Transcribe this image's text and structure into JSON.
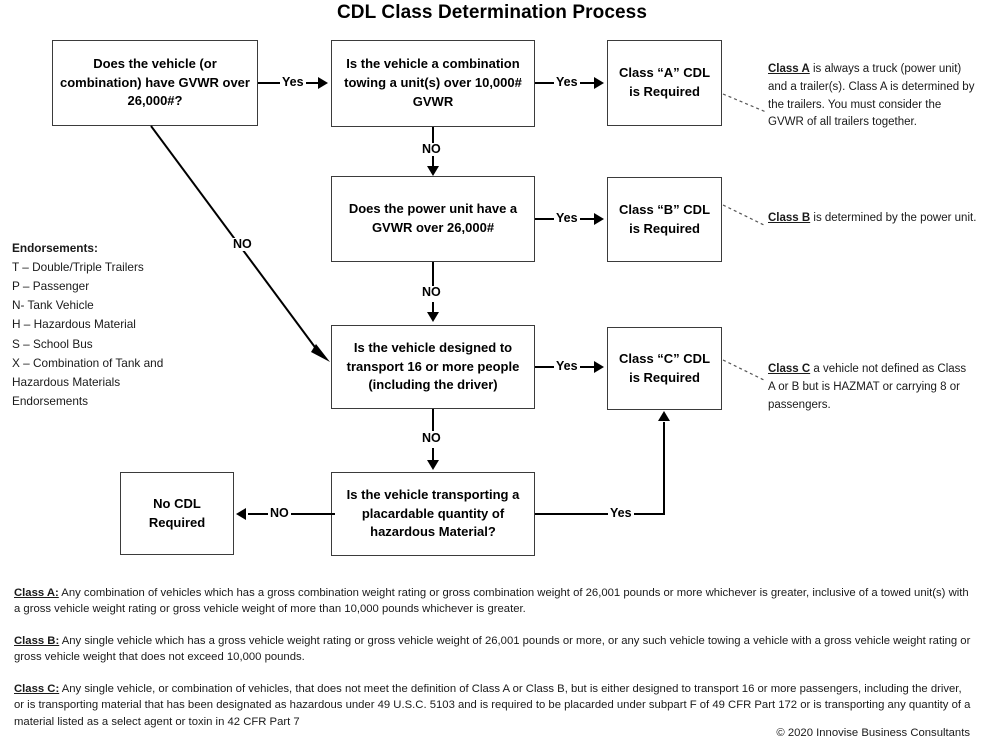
{
  "title": "CDL Class Determination Process",
  "boxes": {
    "gvwr_26000": "Does the vehicle (or combination) have  GVWR over 26,000#?",
    "combination": "Is the vehicle a combination towing a unit(s)  over 10,000# GVWR",
    "class_a": "Class “A” CDL is Required",
    "power_unit": "Does the power unit have a GVWR over 26,000#",
    "class_b": "Class “B” CDL is Required",
    "sixteen_people": "Is the vehicle designed to transport 16 or more people (including the driver)",
    "class_c": "Class “C” CDL is Required",
    "hazmat": "Is the vehicle transporting a placardable quantity of hazardous Material?",
    "no_cdl": "No CDL Required"
  },
  "edge_labels": {
    "yes1": "Yes",
    "yes2": "Yes",
    "yes3": "Yes",
    "yes4": "Yes",
    "yes5": "Yes",
    "no1": "NO",
    "no2": "NO",
    "no3": "NO",
    "no4": "NO",
    "no5": "NO"
  },
  "notes": {
    "class_a": {
      "lead": "Class A",
      "text": " is always a truck (power unit) and a trailer(s).  Class A is determined by  the trailers.  You must consider the  GVWR of all trailers together."
    },
    "class_b": {
      "lead": "Class B",
      "text": "  is determined by the power unit."
    },
    "class_c": {
      "lead": "Class C",
      "text": " a vehicle not defined as Class A or B but  is HAZMAT or carrying 8 or passengers."
    }
  },
  "endorsements": {
    "header": "Endorsements:",
    "items": [
      "T – Double/Triple Trailers",
      "P – Passenger",
      "N- Tank Vehicle",
      "H – Hazardous Material",
      "S – School Bus",
      "X – Combination of Tank and",
      "Hazardous Materials",
      "Endorsements"
    ]
  },
  "footnotes": [
    {
      "lead": "Class A:",
      "text": "  Any combination of vehicles which has a gross combination weight rating or gross combination weight of 26,001 pounds or more whichever is greater, inclusive of a towed unit(s) with a gross vehicle weight rating or gross vehicle weight of more than 10,000 pounds whichever is greater."
    },
    {
      "lead": "Class B:",
      "text": "  Any single vehicle which has a gross vehicle weight rating or gross vehicle weight of 26,001 pounds or more, or any such vehicle towing a vehicle with a gross vehicle weight rating or gross vehicle weight that does not exceed 10,000 pounds."
    },
    {
      "lead": "Class C:",
      "text": "  Any single vehicle, or combination of vehicles, that does not meet the definition of Class A or Class B, but is either designed to transport 16 or more passengers, including the driver, or is transporting material that has been designated as hazardous under 49 U.S.C. 5103 and is required to be placarded under subpart F of 49 CFR Part 172 or is transporting any quantity of a material listed as a select agent or toxin in 42 CFR Part 7"
    }
  ],
  "copyright": "© 2020 Innovise Business Consultants",
  "colors": {
    "box_border": "#3b3b3b",
    "line": "#000000",
    "text": "#000000",
    "background": "#ffffff"
  }
}
